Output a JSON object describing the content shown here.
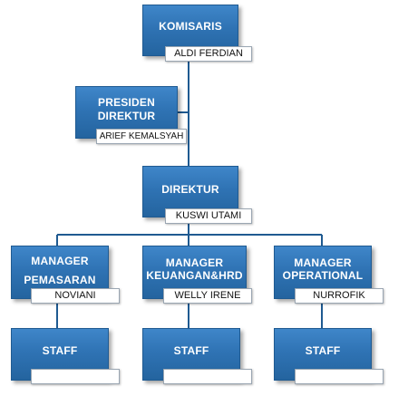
{
  "chart": {
    "nodes": {
      "komisaris": {
        "title": "KOMISARIS",
        "name": "ALDI FERDIAN"
      },
      "presiden": {
        "title_line1": "PRESIDEN",
        "title_line2": "DIREKTUR",
        "name": "ARIEF KEMALSYAH"
      },
      "direktur": {
        "title": "DIREKTUR",
        "name": "KUSWI UTAMI"
      },
      "manager_pemasaran": {
        "title_line1": "MANAGER",
        "title_line2": "PEMASARAN",
        "name": "NOVIANI"
      },
      "manager_keuangan": {
        "title_line1": "MANAGER",
        "title_line2": "KEUANGAN&HRD",
        "name": "WELLY IRENE"
      },
      "manager_operational": {
        "title_line1": "MANAGER",
        "title_line2": "OPERATIONAL",
        "name": "NURROFIK"
      },
      "staff_1": {
        "title": "STAFF",
        "name": ""
      },
      "staff_2": {
        "title": "STAFF",
        "name": ""
      },
      "staff_3": {
        "title": "STAFF",
        "name": ""
      }
    },
    "colors": {
      "box": "#2f73b4",
      "connector": "#1f5a91",
      "name_box": "#ffffff"
    }
  }
}
